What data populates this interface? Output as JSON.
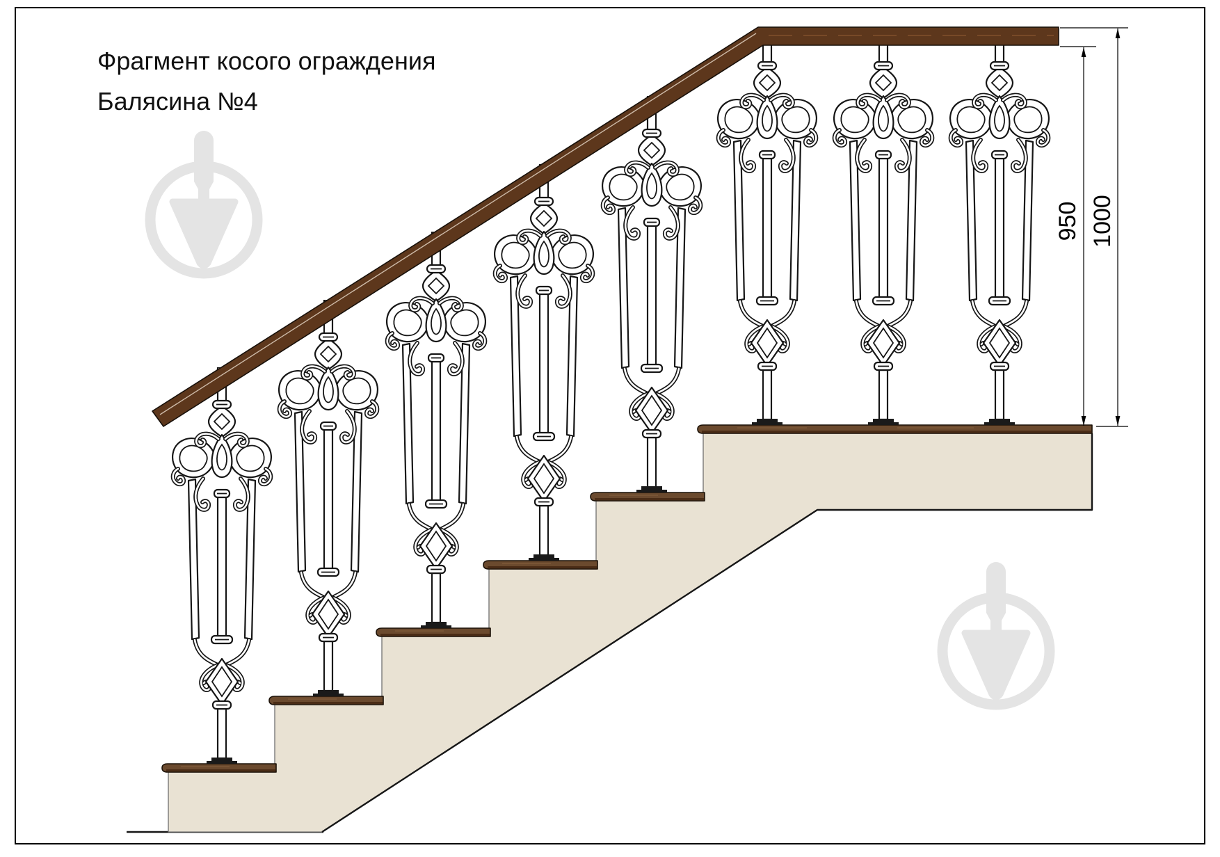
{
  "title": {
    "line1": "Фрагмент косого ограждения",
    "line2": "Балясина №4"
  },
  "dimensions": {
    "baluster_clear_height": "950",
    "total_rail_height": "1000"
  },
  "scene": {
    "step_count": 5,
    "landing": true,
    "baluster_count": 8,
    "watermark_icon": "trowel-in-circle"
  },
  "colors": {
    "handrail": "#5d371c",
    "tread": "#6b4a2e",
    "tread_shadow": "#4a2c16",
    "stair_body": "#e9e2d3",
    "watermark": "#e4e4e4",
    "outline": "#161616",
    "background": "#ffffff"
  }
}
